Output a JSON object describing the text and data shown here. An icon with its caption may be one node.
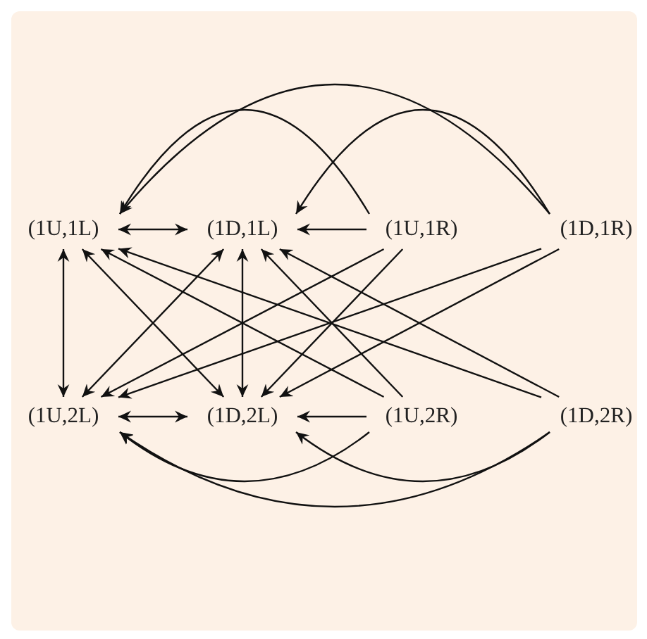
{
  "diagram": {
    "nodes": [
      {
        "text": [
          "(1U,1L)"
        ]
      },
      {
        "text": [
          "(1D,1L)"
        ]
      },
      {
        "text": [
          "(1U,1R)"
        ]
      },
      {
        "text": [
          "(1D,1R)"
        ]
      },
      {
        "text": [
          "(1U,2L)"
        ]
      },
      {
        "text": [
          "(1D,2L)"
        ]
      },
      {
        "text": [
          "(1U,2R)"
        ]
      },
      {
        "text": [
          "(1D,2R)"
        ]
      }
    ],
    "edges": [
      {
        "from": 0,
        "to": 1,
        "arrow": "both"
      },
      {
        "from": 2,
        "to": 1,
        "arrow": "to"
      },
      {
        "from": 0,
        "to": 4,
        "arrow": "both"
      },
      {
        "from": 1,
        "to": 5,
        "arrow": "both"
      },
      {
        "from": 0,
        "to": 5,
        "arrow": "both"
      },
      {
        "from": 1,
        "to": 4,
        "arrow": "both"
      },
      {
        "from": 2,
        "to": 4,
        "arrow": "to"
      },
      {
        "from": 2,
        "to": 5,
        "arrow": "to"
      },
      {
        "from": 3,
        "to": 4,
        "arrow": "to"
      },
      {
        "from": 3,
        "to": 5,
        "arrow": "to"
      },
      {
        "from": 6,
        "to": 0,
        "arrow": "to"
      },
      {
        "from": 6,
        "to": 1,
        "arrow": "to"
      },
      {
        "from": 7,
        "to": 0,
        "arrow": "to"
      },
      {
        "from": 7,
        "to": 1,
        "arrow": "to"
      },
      {
        "from": 4,
        "to": 5,
        "arrow": "both"
      },
      {
        "from": 6,
        "to": 5,
        "arrow": "to"
      },
      {
        "from": 2,
        "to": 0,
        "arrow": "to"
      },
      {
        "from": 3,
        "to": 0,
        "arrow": "to"
      },
      {
        "from": 3,
        "to": 1,
        "arrow": "to"
      },
      {
        "from": 6,
        "to": 4,
        "arrow": "to"
      },
      {
        "from": 7,
        "to": 4,
        "arrow": "to"
      },
      {
        "from": 7,
        "to": 5,
        "arrow": "to"
      }
    ]
  }
}
